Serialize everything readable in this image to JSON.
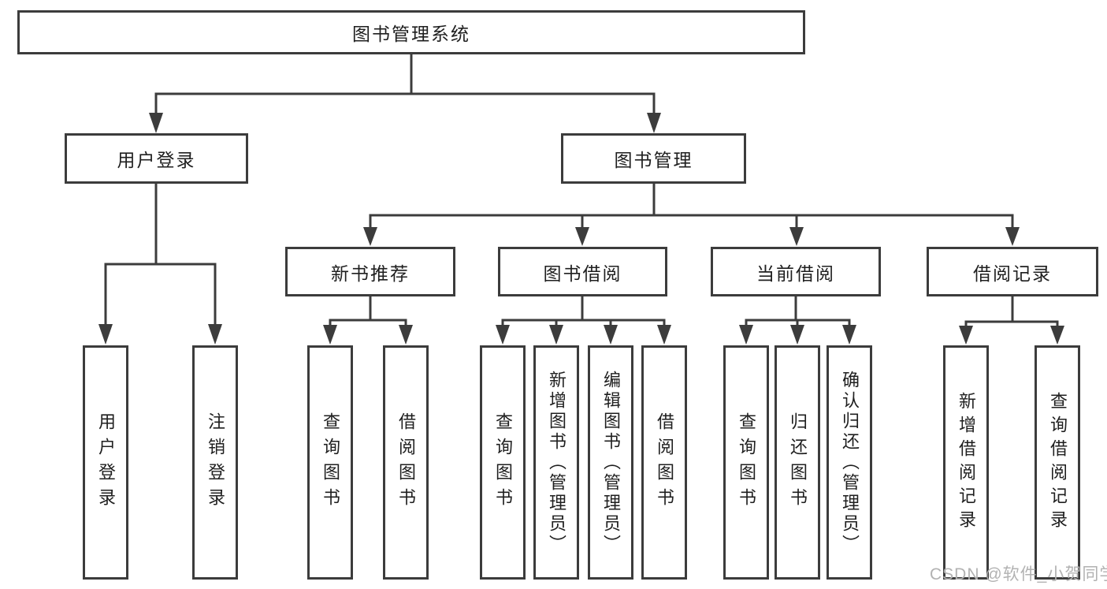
{
  "tree": {
    "label": "图书管理系统",
    "children": [
      {
        "label": "用户登录",
        "children": [
          {
            "label": "用户登录"
          },
          {
            "label": "注销登录"
          }
        ]
      },
      {
        "label": "图书管理",
        "children": [
          {
            "label": "新书推荐",
            "children": [
              {
                "label": "查询图书"
              },
              {
                "label": "借阅图书"
              }
            ]
          },
          {
            "label": "图书借阅",
            "children": [
              {
                "label": "查询图书"
              },
              {
                "label": "新增图书（管理员）"
              },
              {
                "label": "编辑图书（管理员）"
              },
              {
                "label": "借阅图书"
              }
            ]
          },
          {
            "label": "当前借阅",
            "children": [
              {
                "label": "查询图书"
              },
              {
                "label": "归还图书"
              },
              {
                "label": "确认归还（管理员）"
              }
            ]
          },
          {
            "label": "借阅记录",
            "children": [
              {
                "label": "新增借阅记录"
              },
              {
                "label": "查询借阅记录"
              }
            ]
          }
        ]
      }
    ]
  },
  "watermark": {
    "text": "CSDN @软件_小贺同学"
  },
  "colors": {
    "line": "#3c3c3c",
    "text": "#1f1f1f",
    "watermark": "#b2b2b2",
    "background": "#ffffff"
  }
}
